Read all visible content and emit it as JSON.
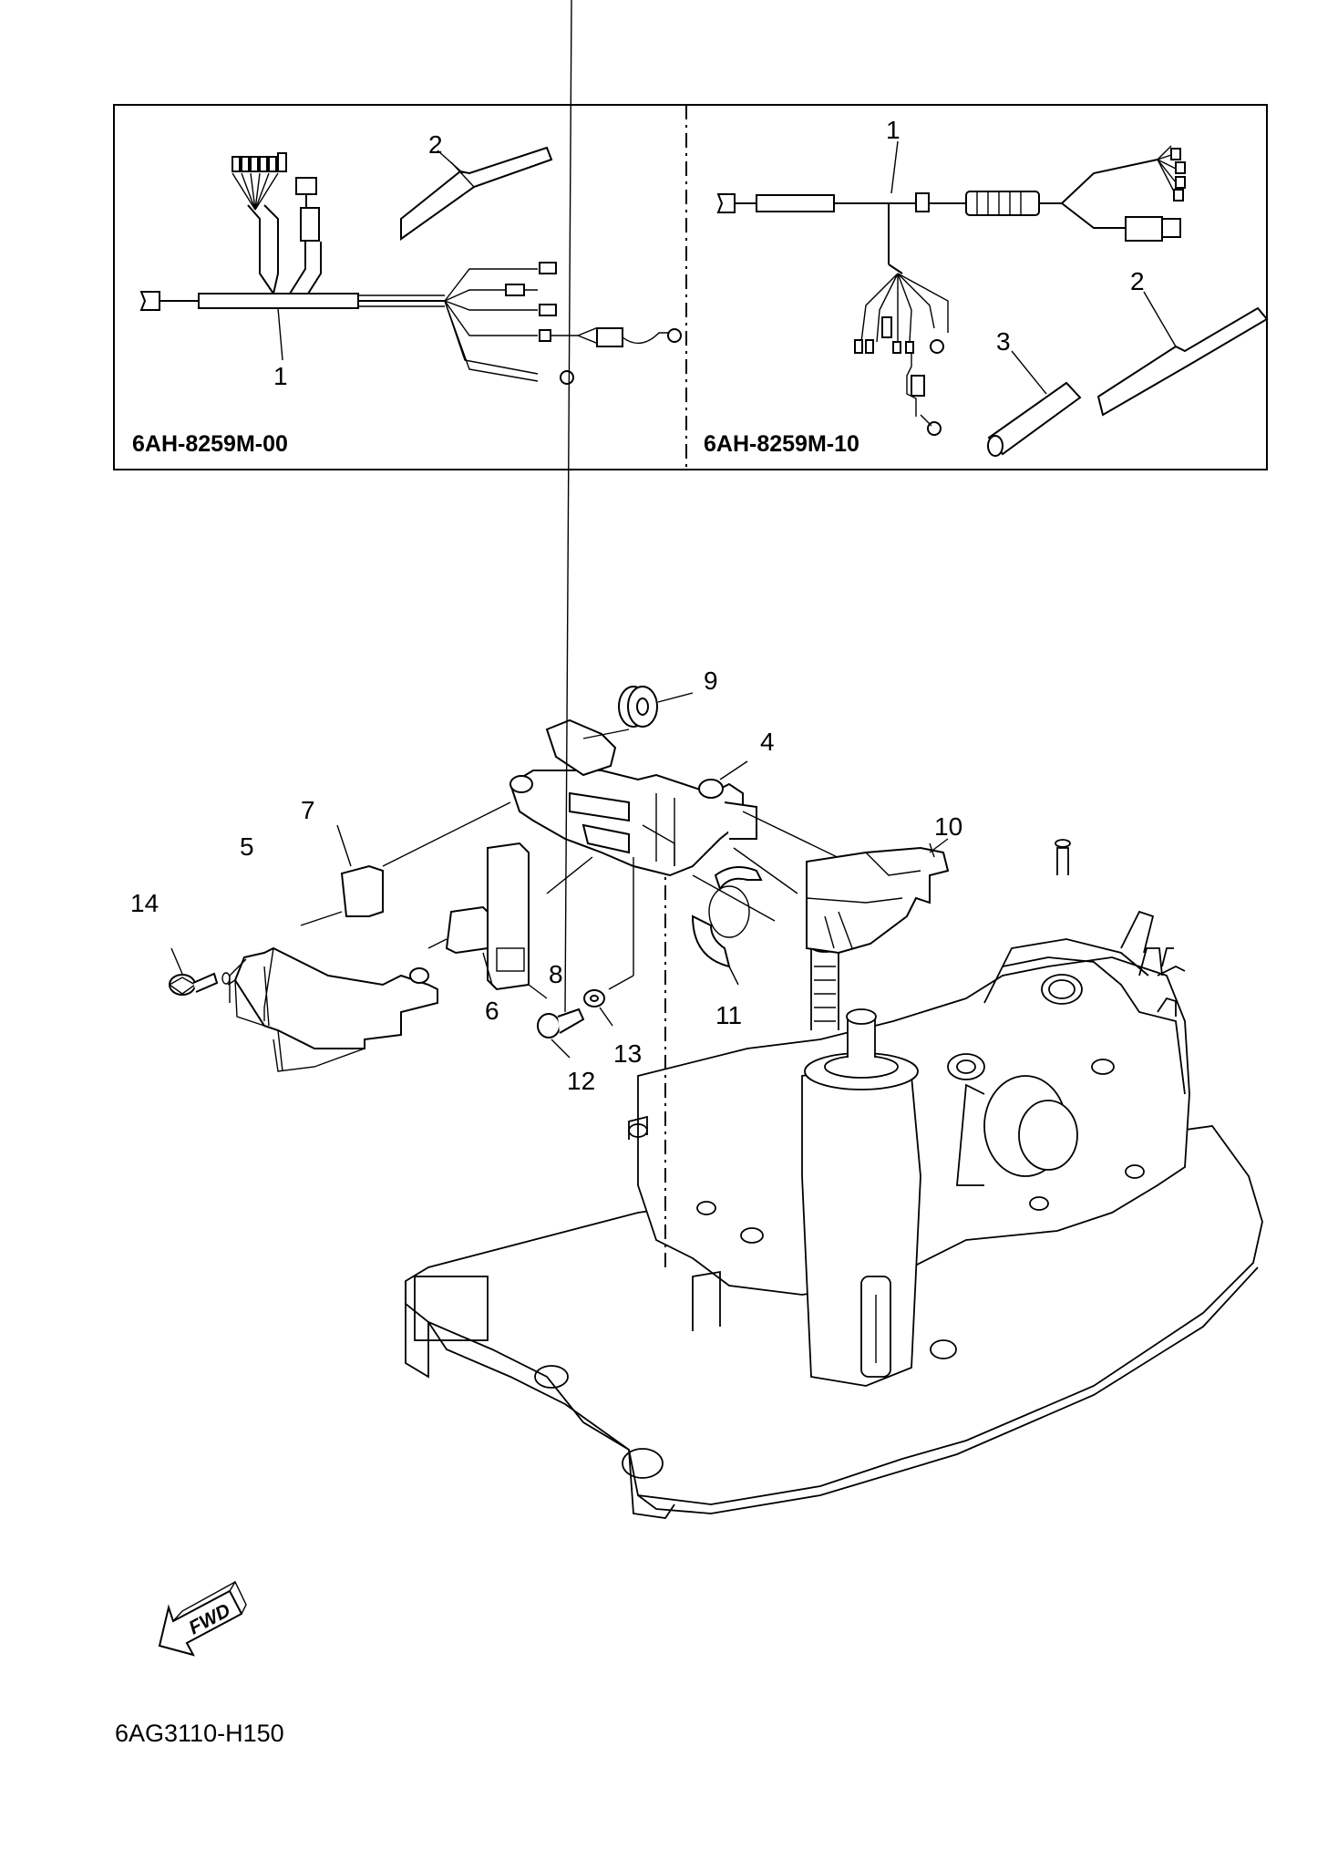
{
  "kits": [
    {
      "code": "6AH-8259M-00",
      "callouts": [
        "1",
        "2"
      ]
    },
    {
      "code": "6AH-8259M-10",
      "callouts": [
        "1",
        "2",
        "3"
      ]
    }
  ],
  "callouts": [
    "4",
    "5",
    "6",
    "7",
    "8",
    "9",
    "10",
    "11",
    "12",
    "13",
    "14"
  ],
  "fwd_label": "FWD",
  "diagram_code": "6AG3110-H150"
}
